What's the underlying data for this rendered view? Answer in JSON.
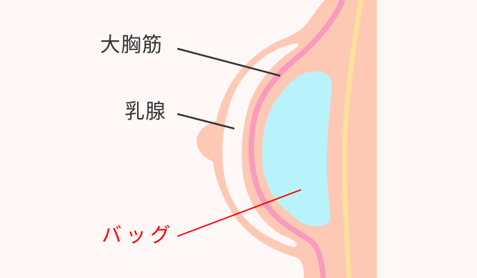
{
  "labels": {
    "pectoral_muscle": "大胸筋",
    "mammary_gland": "乳腺",
    "bag": "バッグ"
  },
  "colors": {
    "background": "#fff8f7",
    "skin": "#fdc9b5",
    "muscle": "#f99bbd",
    "fat_line": "#fde09b",
    "implant": "#b8f3fc",
    "gland_gap": "#fff8f7",
    "label_text": "#333333",
    "bag_label": "#ff0000"
  }
}
